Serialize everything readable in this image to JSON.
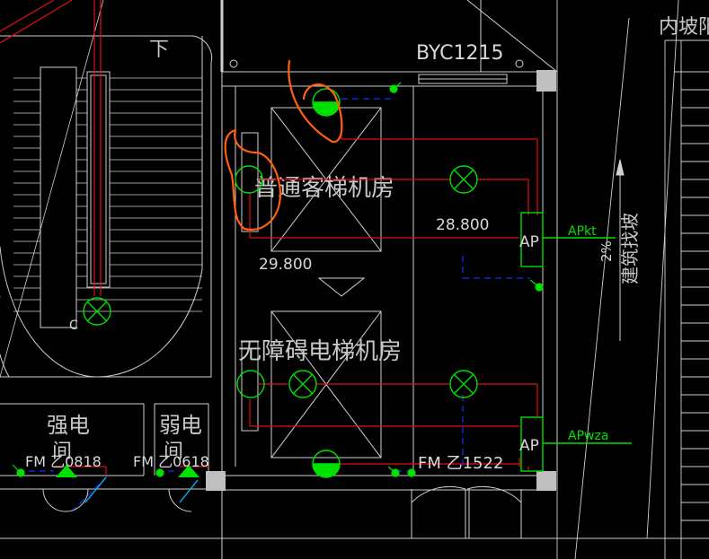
{
  "labels": {
    "window_code": "BYC1215",
    "room_top": "普通客梯机房",
    "room_bottom": "无障碍电梯机房",
    "elev_top": "29.800",
    "elev_right": "28.800",
    "panel_top_ap": "AP",
    "panel_top_name": "APkt",
    "panel_bottom_ap": "AP",
    "panel_bottom_name": "APwza",
    "slope": "2%",
    "slope_note": "建筑找坡",
    "top_right_text": "内坡阳",
    "stair_down": "下",
    "stair_c": "C",
    "room_strong": "强电",
    "room_strong_2": "间",
    "room_weak": "弱电",
    "room_weak_2": "间",
    "door_fm1": "FM 乙0818",
    "door_fm2": "FM 乙0618",
    "door_fm3": "FM 乙1522"
  },
  "colors": {
    "background": "#000000",
    "wall": "#d0d0d0",
    "power_line": "#e01010",
    "control_line": "#1030ff",
    "fixture": "#00e000",
    "markup": "#ff6010"
  }
}
